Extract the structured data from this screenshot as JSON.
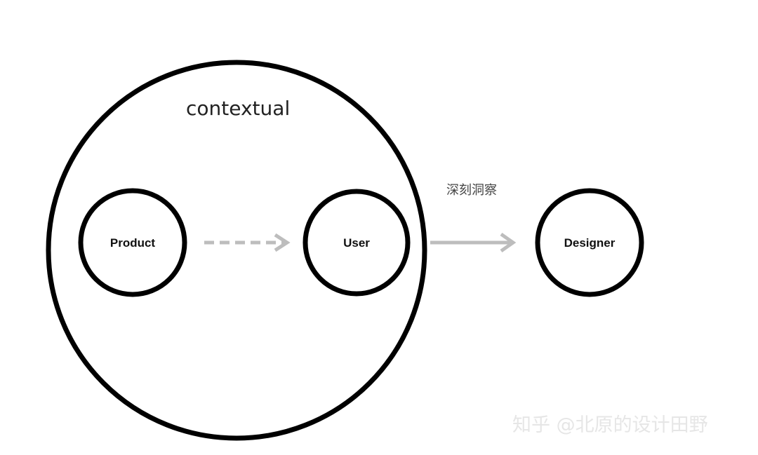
{
  "context_label": "contextual",
  "nodes": {
    "product": "Product",
    "user": "User",
    "designer": "Designer"
  },
  "insight_label": "深刻洞察",
  "watermark": "知乎 @北原的设计田野",
  "colors": {
    "stroke": "#000000",
    "arrow": "#bdbdbd",
    "watermark": "#e6e6e6"
  }
}
